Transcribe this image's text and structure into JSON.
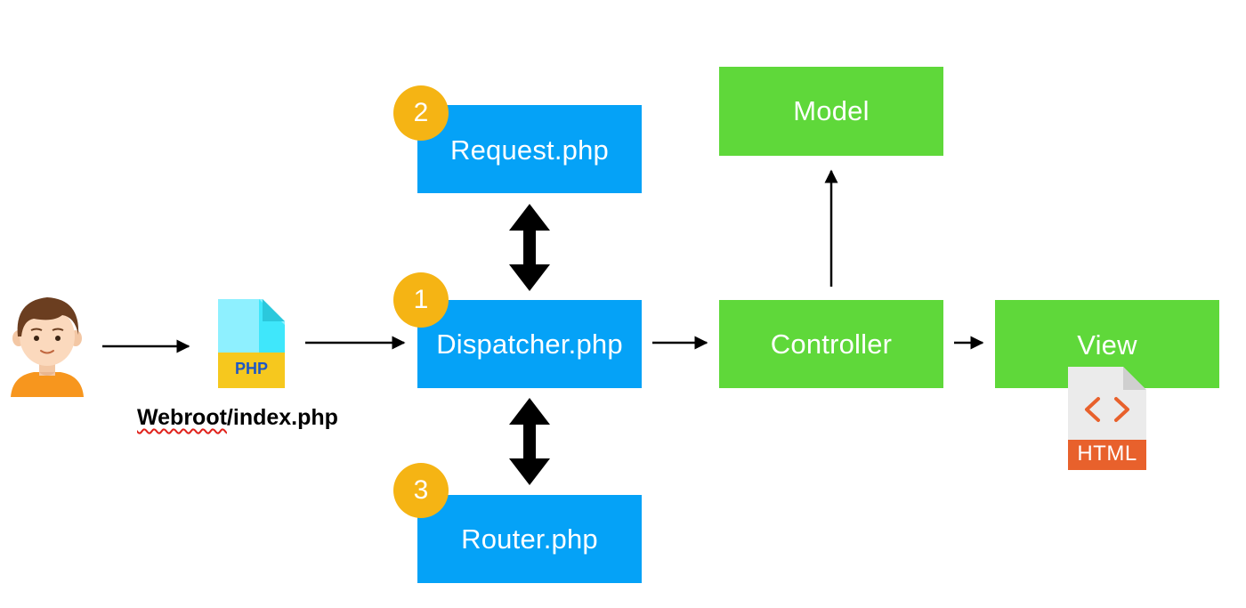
{
  "nodes": {
    "request": "Request.php",
    "dispatcher": "Dispatcher.php",
    "router": "Router.php",
    "model": "Model",
    "controller": "Controller",
    "view": "View"
  },
  "badges": {
    "request": "2",
    "dispatcher": "1",
    "router": "3"
  },
  "entry_label": {
    "main": "Webroot",
    "rest": "/index.php"
  },
  "php_icon_text": "PHP",
  "html_icon_text": "HTML",
  "html_icon_glyph": "< >",
  "icons": [
    "user-avatar-icon",
    "php-file-icon",
    "html-file-icon"
  ],
  "colors": {
    "blue_box": "#05a2f7",
    "green_box": "#5fd83a",
    "badge": "#f5b414",
    "html_icon_accent": "#e8612c"
  }
}
